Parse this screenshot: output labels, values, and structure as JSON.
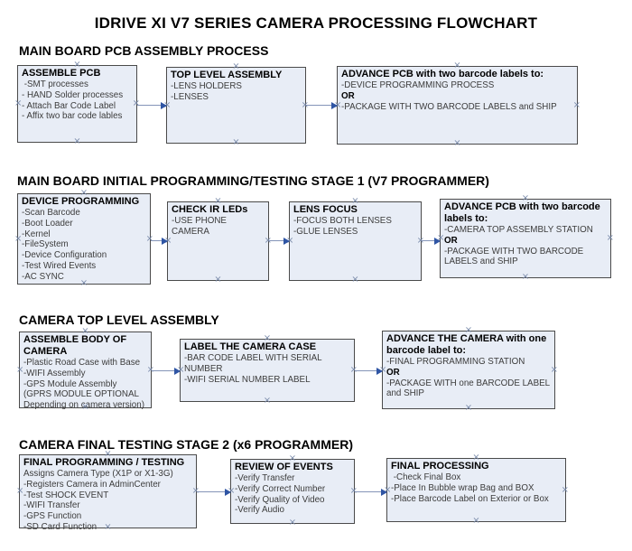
{
  "title": "IDRIVE XI V7 SERIES CAMERA PROCESSING FLOWCHART",
  "colors": {
    "box_fill": "#e8edf6",
    "box_border": "#4a4a4a",
    "connector_line": "#8494b8",
    "connector_arrow": "#2f55a4",
    "handle": "#7889a9"
  },
  "sections": [
    {
      "header": "MAIN BOARD PCB ASSEMBLY PROCESS",
      "boxes": [
        {
          "title": "ASSEMBLE PCB",
          "lines": [
            " -SMT processes",
            "- HAND Solder processes",
            "- Attach Bar Code Label",
            "- Affix two bar code lables"
          ]
        },
        {
          "title": "TOP LEVEL ASSEMBLY",
          "lines": [
            "-LENS HOLDERS",
            "-LENSES"
          ]
        },
        {
          "title": "ADVANCE PCB with two barcode labels to:",
          "lines": [
            "-DEVICE PROGRAMMING PROCESS",
            "OR",
            "-PACKAGE WITH TWO BARCODE LABELS and SHIP"
          ]
        }
      ]
    },
    {
      "header": "MAIN BOARD INITIAL PROGRAMMING/TESTING STAGE 1 (V7 PROGRAMMER)",
      "boxes": [
        {
          "title": "DEVICE PROGRAMMING",
          "lines": [
            "-Scan Barcode",
            "-Boot Loader",
            "-Kernel",
            "-FileSystem",
            "-Device Configuration",
            "-Test Wired Events",
            "-AC SYNC"
          ]
        },
        {
          "title": "CHECK IR LEDs",
          "lines": [
            "-USE PHONE CAMERA"
          ]
        },
        {
          "title": "LENS FOCUS",
          "lines": [
            "-FOCUS BOTH LENSES",
            "-GLUE LENSES"
          ]
        },
        {
          "title": "ADVANCE PCB with two barcode labels to:",
          "lines": [
            "-CAMERA TOP ASSEMBLY STATION",
            "OR",
            "-PACKAGE WITH TWO BARCODE LABELS and SHIP"
          ]
        }
      ]
    },
    {
      "header": "CAMERA TOP LEVEL ASSEMBLY",
      "boxes": [
        {
          "title": "ASSEMBLE BODY OF CAMERA",
          "lines": [
            "-Plastic Road Case with Base",
            "-WIFI Assembly",
            "-GPS Module Assembly",
            "(GPRS MODULE OPTIONAL",
            "Depending on camera version)"
          ]
        },
        {
          "title": "LABEL THE CAMERA CASE",
          "lines": [
            "-BAR CODE LABEL WITH SERIAL NUMBER",
            "-WIFI SERIAL NUMBER LABEL"
          ]
        },
        {
          "title": "ADVANCE THE CAMERA with one barcode label to:",
          "lines": [
            "-FINAL PROGRAMMING STATION",
            "OR",
            "-PACKAGE WITH one BARCODE LABEL and SHIP"
          ]
        }
      ]
    },
    {
      "header": "CAMERA FINAL TESTING STAGE 2 (x6 PROGRAMMER)",
      "boxes": [
        {
          "title": "FINAL PROGRAMMING / TESTING",
          "lines": [
            "Assigns Camera Type (X1P or X1-3G)",
            "-Registers Camera in AdminCenter",
            "-Test SHOCK EVENT",
            "-WIFI Transfer",
            "-GPS Function",
            "-SD Card Function"
          ]
        },
        {
          "title": "REVIEW OF EVENTS",
          "lines": [
            "-Verify Transfer",
            "-Verify Correct Number",
            "-Verify Quality of Video",
            "-Verify Audio"
          ]
        },
        {
          "title": "FINAL PROCESSING",
          "lines": [
            " -Check Final Box",
            "-Place In Bubble wrap Bag and BOX",
            "-Place Barcode Label on Exterior or Box"
          ]
        }
      ]
    }
  ]
}
